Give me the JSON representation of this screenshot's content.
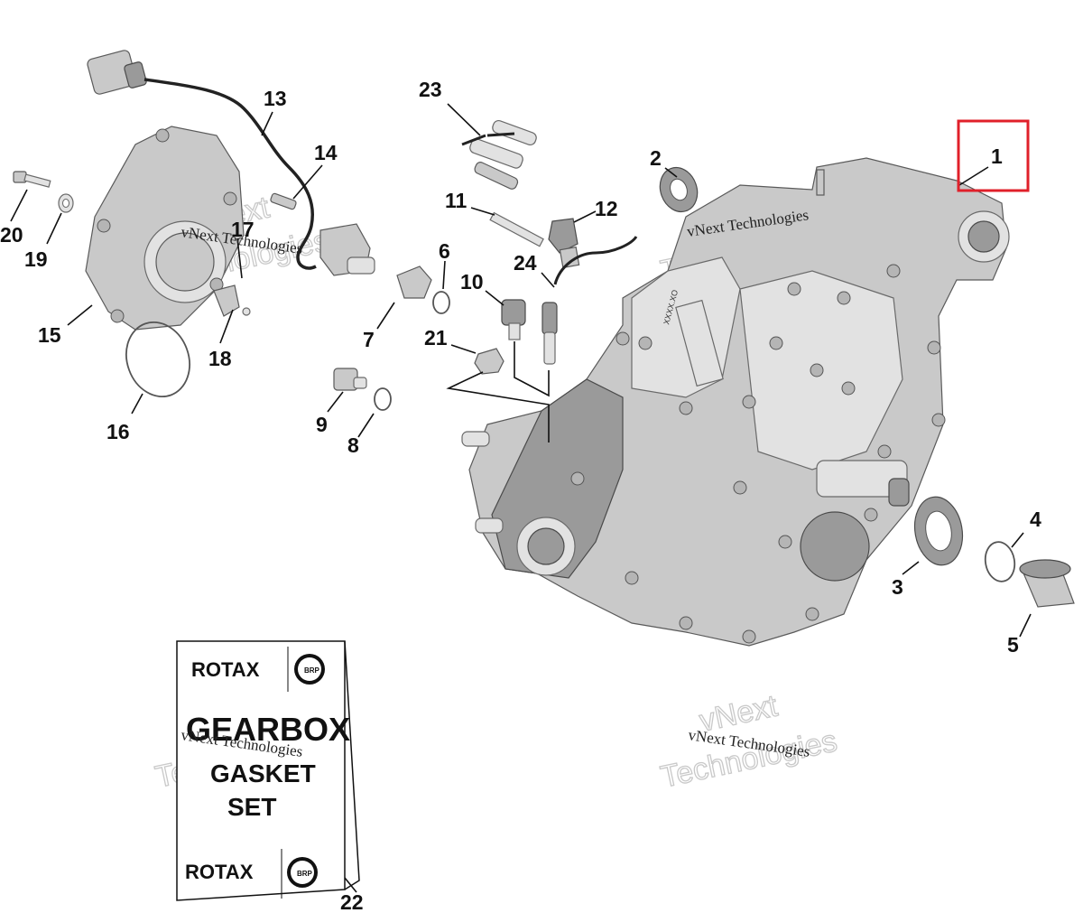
{
  "callouts": {
    "c1": "1",
    "c2": "2",
    "c3": "3",
    "c4": "4",
    "c5": "5",
    "c6": "6",
    "c7": "7",
    "c8": "8",
    "c9": "9",
    "c10": "10",
    "c11": "11",
    "c12": "12",
    "c13": "13",
    "c14": "14",
    "c15": "15",
    "c16": "16",
    "c17": "17",
    "c18": "18",
    "c19": "19",
    "c20": "20",
    "c21": "21",
    "c22": "22",
    "c23": "23",
    "c24": "24"
  },
  "watermark": {
    "line1": "vNext Technologies",
    "outline_vnext": "vNext",
    "outline_tech": "Technologies"
  },
  "kit_card": {
    "brand_top": "ROTAX",
    "brand_bottom": "ROTAX",
    "logo_text": "BRP",
    "line1": "GEARBOX",
    "line2": "GASKET",
    "line3": "SET"
  },
  "part_label": "XXXX.XO",
  "highlight_color": "#e0202a"
}
